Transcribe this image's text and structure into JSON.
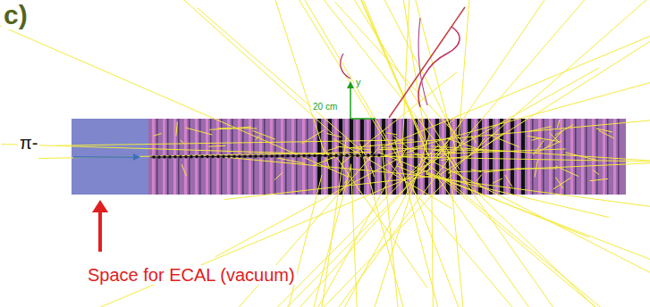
{
  "diagram": {
    "labels": [
      "c)",
      "π-",
      "y",
      "20 cm",
      "Space for ECAL (vacuum)"
    ]
  }
}
